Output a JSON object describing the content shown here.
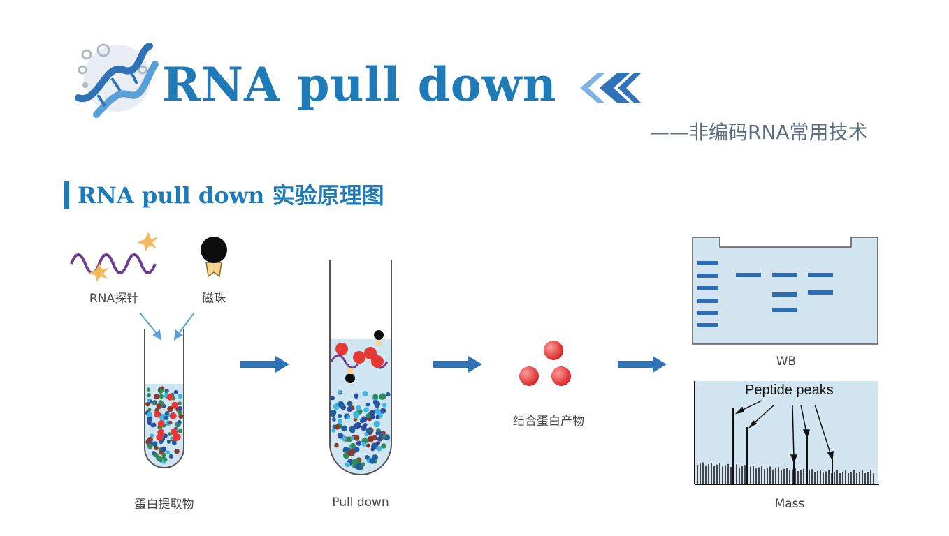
{
  "header": {
    "title": "RNA pull down",
    "subtitle": "——非编码RNA常用技术"
  },
  "section": {
    "title": "RNA pull down 实验原理图"
  },
  "labels": {
    "rna_probe": "RNA探针",
    "magnetic_bead": "磁珠",
    "protein_extract": "蛋白提取物",
    "pull_down": "Pull down",
    "bound_protein": "结合蛋白产物",
    "wb": "WB",
    "mass": "Mass",
    "peptide_peaks": "Peptide peaks"
  },
  "colors": {
    "accent": "#1f7ab8",
    "arrow": "#2f72b8",
    "probe": "#6a3d8f",
    "liquid": "#cfe6f2",
    "bead_red": "#e53935",
    "gel_bg": "#d4e5f2",
    "band": "#2e6db4"
  },
  "icons": {
    "logo": "dna-helix-icon",
    "chevrons": "double-chevron-left-icon"
  }
}
